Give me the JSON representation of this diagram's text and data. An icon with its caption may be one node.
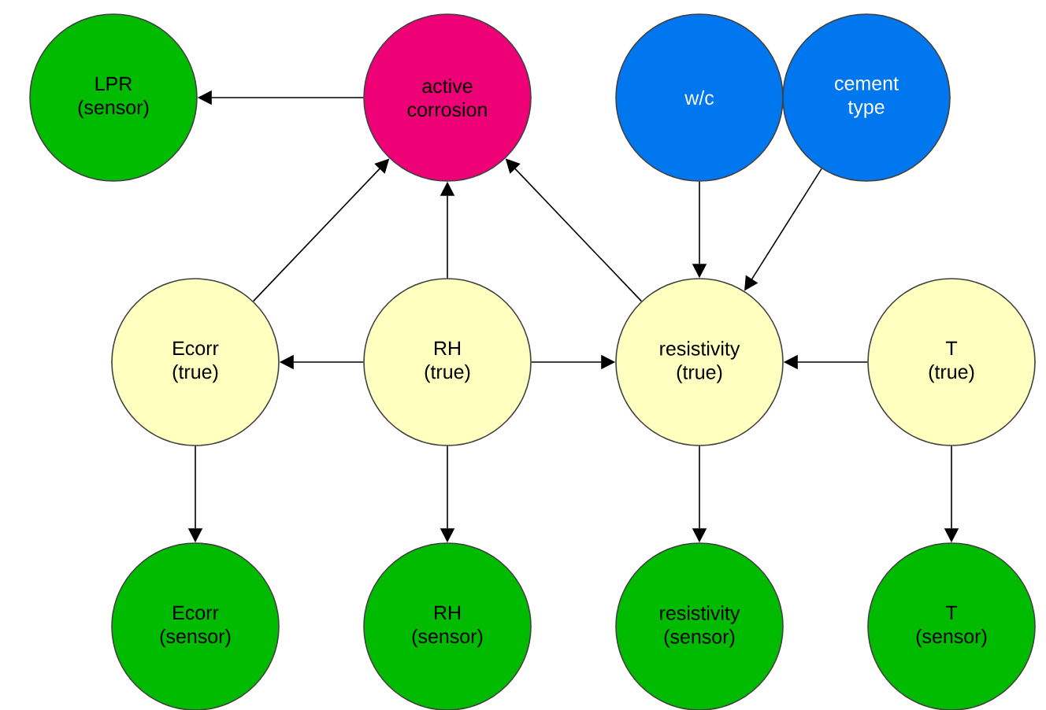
{
  "diagram": {
    "nodes": [
      {
        "text": [
          "LPR (sensor)"
        ]
      },
      {
        "text": [
          "active corrosion"
        ]
      },
      {
        "text": [
          "w/c"
        ]
      },
      {
        "text": [
          "cement type"
        ]
      },
      {
        "text": [
          "Ecorr (true)"
        ]
      },
      {
        "text": [
          "RH (true)"
        ]
      },
      {
        "text": [
          "resistivity (true)"
        ]
      },
      {
        "text": [
          "T (true)"
        ]
      },
      {
        "text": [
          "Ecorr (sensor)"
        ]
      },
      {
        "text": [
          "RH (sensor)"
        ]
      },
      {
        "text": [
          "resistivity (sensor)"
        ]
      },
      {
        "text": [
          "T (sensor)"
        ]
      }
    ],
    "edges": [
      {
        "from": 1,
        "to": 0,
        "arrow": "to"
      },
      {
        "from": 4,
        "to": 1,
        "arrow": "to"
      },
      {
        "from": 5,
        "to": 1,
        "arrow": "to"
      },
      {
        "from": 6,
        "to": 1,
        "arrow": "to"
      },
      {
        "from": 2,
        "to": 6,
        "arrow": "to"
      },
      {
        "from": 3,
        "to": 6,
        "arrow": "to"
      },
      {
        "from": 5,
        "to": 4,
        "arrow": "to"
      },
      {
        "from": 5,
        "to": 6,
        "arrow": "to"
      },
      {
        "from": 7,
        "to": 6,
        "arrow": "to"
      },
      {
        "from": 4,
        "to": 8,
        "arrow": "to"
      },
      {
        "from": 5,
        "to": 9,
        "arrow": "to"
      },
      {
        "from": 6,
        "to": 10,
        "arrow": "to"
      },
      {
        "from": 7,
        "to": 11,
        "arrow": "to"
      }
    ]
  }
}
